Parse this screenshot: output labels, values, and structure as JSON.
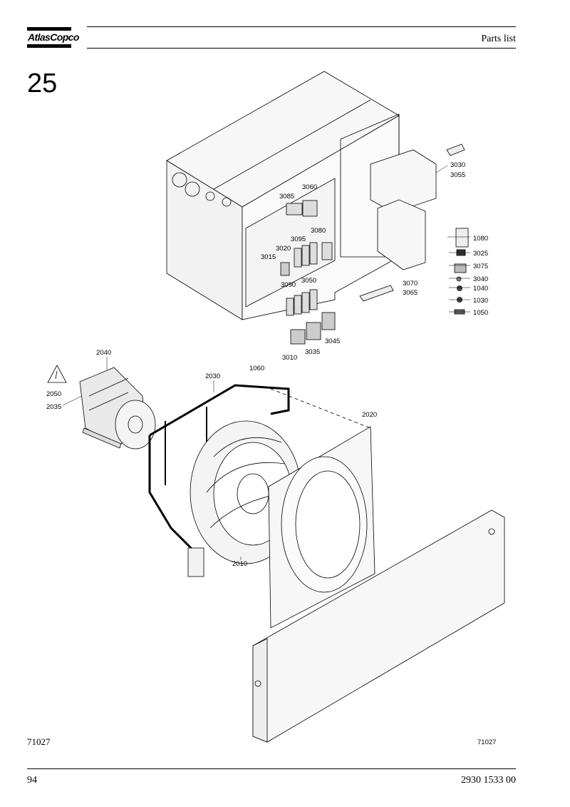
{
  "header": {
    "logo_text": "AtlasCopco",
    "section": "Parts list",
    "group_number": "25"
  },
  "figure": {
    "id_left": "71027",
    "id_right": "71027",
    "callouts": {
      "3030": "3030",
      "3055": "3055",
      "3085": "3085",
      "3060": "3060",
      "3080": "3080",
      "3095": "3095",
      "3020": "3020",
      "3015": "3015",
      "3090": "3090",
      "3050": "3050",
      "3070": "3070",
      "3065": "3065",
      "1080": "1080",
      "3025": "3025",
      "3075": "3075",
      "3040": "3040",
      "1040": "1040",
      "1030": "1030",
      "1050": "1050",
      "3010": "3010",
      "3035": "3035",
      "3045": "3045",
      "2040": "2040",
      "2050": "2050",
      "2035": "2035",
      "2030": "2030",
      "1060": "1060",
      "2020": "2020",
      "2010": "2010"
    }
  },
  "footer": {
    "page": "94",
    "doc_number": "2930 1533 00"
  }
}
